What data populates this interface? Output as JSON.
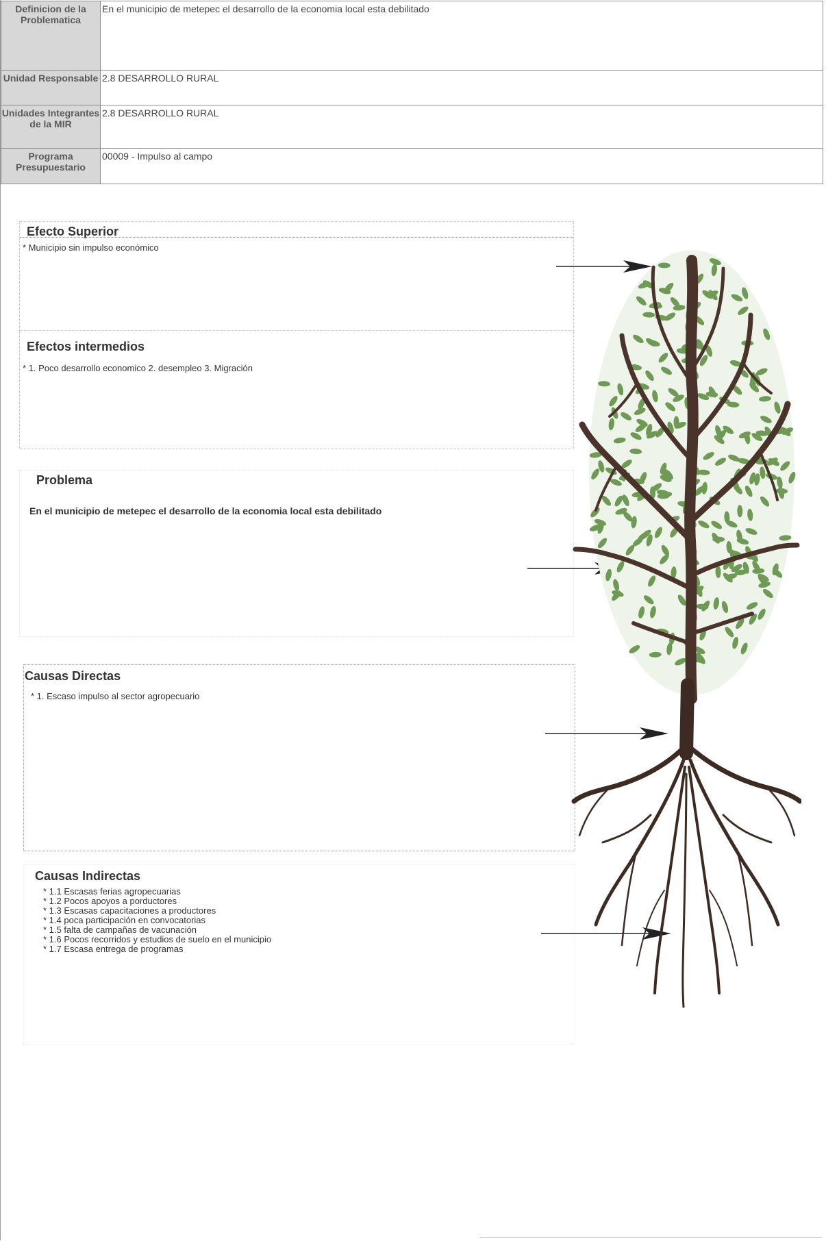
{
  "header": {
    "rows": [
      {
        "label": "Definicion de la Problematica",
        "value": "En el municipio de metepec el desarrollo de la economia local esta debilitado"
      },
      {
        "label": "Unidad Responsable",
        "value": "2.8 DESARROLLO RURAL"
      },
      {
        "label": "Unidades Integrantes de la MIR",
        "value": "2.8 DESARROLLO RURAL"
      },
      {
        "label": "Programa Presupuestario",
        "value": "00009 - Impulso al campo"
      }
    ]
  },
  "sections": {
    "efecto_superior": {
      "title": "Efecto Superior",
      "text": "* Municipio sin impulso económico"
    },
    "efectos_intermedios": {
      "title": "Efectos intermedios",
      "text": "* 1. Poco desarrollo economico 2. desempleo  3. Migración"
    },
    "problema": {
      "title": "Problema",
      "text": "En el municipio de metepec el desarrollo de la economia local esta debilitado"
    },
    "causas_directas": {
      "title": "Causas Directas",
      "text": "* 1. Escaso impulso al sector agropecuario"
    },
    "causas_indirectas": {
      "title": "Causas Indirectas",
      "items": [
        "* 1.1 Escasas ferias agropecuarias",
        "* 1.2 Pocos apoyos a porductores",
        "* 1.3 Escasas capacitaciones a productores",
        "* 1.4 poca participación en convocatorias",
        "* 1.5 falta de campañas de vacunación",
        "* 1.6 Pocos recorridos y estudios de suelo en el municipio",
        "* 1.7 Escasa entrega de programas"
      ]
    }
  },
  "colors": {
    "leaf": "#6f9a55",
    "trunk": "#4a332a",
    "label_bg": "#d7d7d7"
  },
  "icons": {
    "arrow": "arrow-right-icon",
    "tree": "tree-illustration"
  }
}
